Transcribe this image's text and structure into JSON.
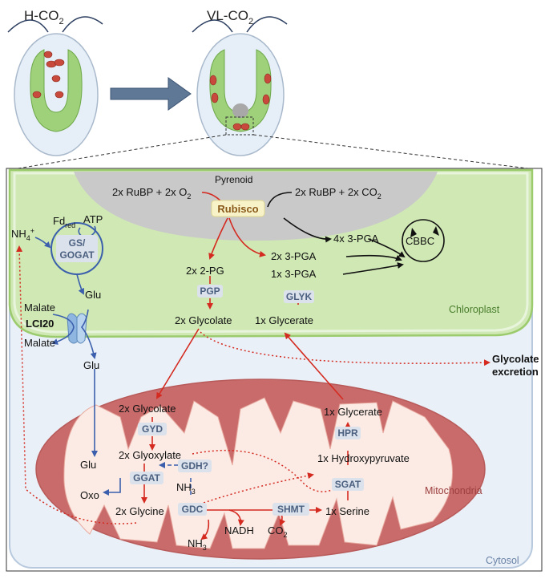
{
  "headers": {
    "left": "H-CO",
    "right": "VL-CO",
    "sub": "2"
  },
  "compartments": {
    "pyrenoid": "Pyrenoid",
    "chloroplast": "Chloroplast",
    "mitochondria": "Mitochondria",
    "cytosol": "Cytosol"
  },
  "rubisco": "Rubisco",
  "metabolites": {
    "rubp_o2": "2x RuBP + 2x O",
    "rubp_co2": "2x RuBP + 2x CO",
    "pga4": "4x 3-PGA",
    "cbbc": "CBBC",
    "pg2": "2x 2-PG",
    "pga2": "2x 3-PGA",
    "pga1": "1x 3-PGA",
    "glycolate_chl": "2x Glycolate",
    "glycerate_chl": "1x Glycerate",
    "glycolate_mit": "2x Glycolate",
    "glyoxylate": "2x Glyoxylate",
    "glycine": "2x Glycine",
    "serine": "1x Serine",
    "hydroxypyruvate": "1x Hydroxypyruvate",
    "glycerate_mit": "1x Glycerate",
    "nadh": "NADH",
    "co2": "CO",
    "nh3": "NH",
    "nh3_gdh": "NH",
    "fd": "Fd",
    "fd_sub": "red",
    "atp": "ATP",
    "nh4": "NH",
    "nh4_sup": "+",
    "malate_in": "Malate",
    "malate_out": "Malate",
    "glu_chl": "Glu",
    "glu_cyt": "Glu",
    "glu_mit": "Glu",
    "oxo": "Oxo",
    "sub2": "2",
    "sub3": "3",
    "sup4": "4"
  },
  "enzymes": {
    "gs_line1": "GS/",
    "gs_line2": "GOGAT",
    "pgp": "PGP",
    "glyk": "GLYK",
    "gyd": "GYD",
    "gdh": "GDH?",
    "ggat": "GGAT",
    "gdc": "GDC",
    "shmt": "SHMT",
    "sgat": "SGAT",
    "hpr": "HPR"
  },
  "transporter": "LCI20",
  "excretion": {
    "line1": "Glycolate",
    "line2": "excretion"
  },
  "colors": {
    "photorespiration": "#d42a20",
    "nitrogen": "#3b5fad",
    "carbon": "#111111",
    "chloroplast": "#cfe8b4",
    "mitochondria": "#c96b6b",
    "pyrenoid": "#c9c9c9",
    "enzyme_box": "#dbe2ec"
  }
}
